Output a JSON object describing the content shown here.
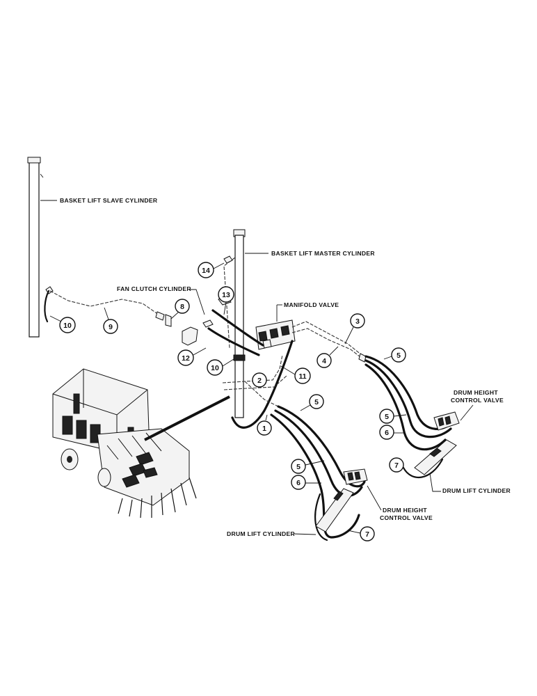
{
  "labels": {
    "basket_lift_slave_cylinder": "BASKET LIFT SLAVE CYLINDER",
    "basket_lift_master_cylinder": "BASKET LIFT MASTER CYLINDER",
    "fan_clutch_cylinder": "FAN CLUTCH CYLINDER",
    "manifold_valve": "MANIFOLD VALVE",
    "drum_height_control_valve_right_line1": "DRUM HEIGHT",
    "drum_height_control_valve_right_line2": "CONTROL VALVE",
    "drum_lift_cylinder_right": "DRUM LIFT CYLINDER",
    "drum_height_control_valve_left_line1": "DRUM HEIGHT",
    "drum_height_control_valve_left_line2": "CONTROL VALVE",
    "drum_lift_cylinder_left": "DRUM LIFT CYLINDER"
  },
  "callouts": {
    "c1": "1",
    "c2": "2",
    "c3": "3",
    "c4": "4",
    "c5a": "5",
    "c5b": "5",
    "c5c": "5",
    "c5d": "5",
    "c6a": "6",
    "c6b": "6",
    "c7a": "7",
    "c7b": "7",
    "c8": "8",
    "c9": "9",
    "c10a": "10",
    "c10b": "10",
    "c11": "11",
    "c12": "12",
    "c13": "13",
    "c14": "14"
  }
}
